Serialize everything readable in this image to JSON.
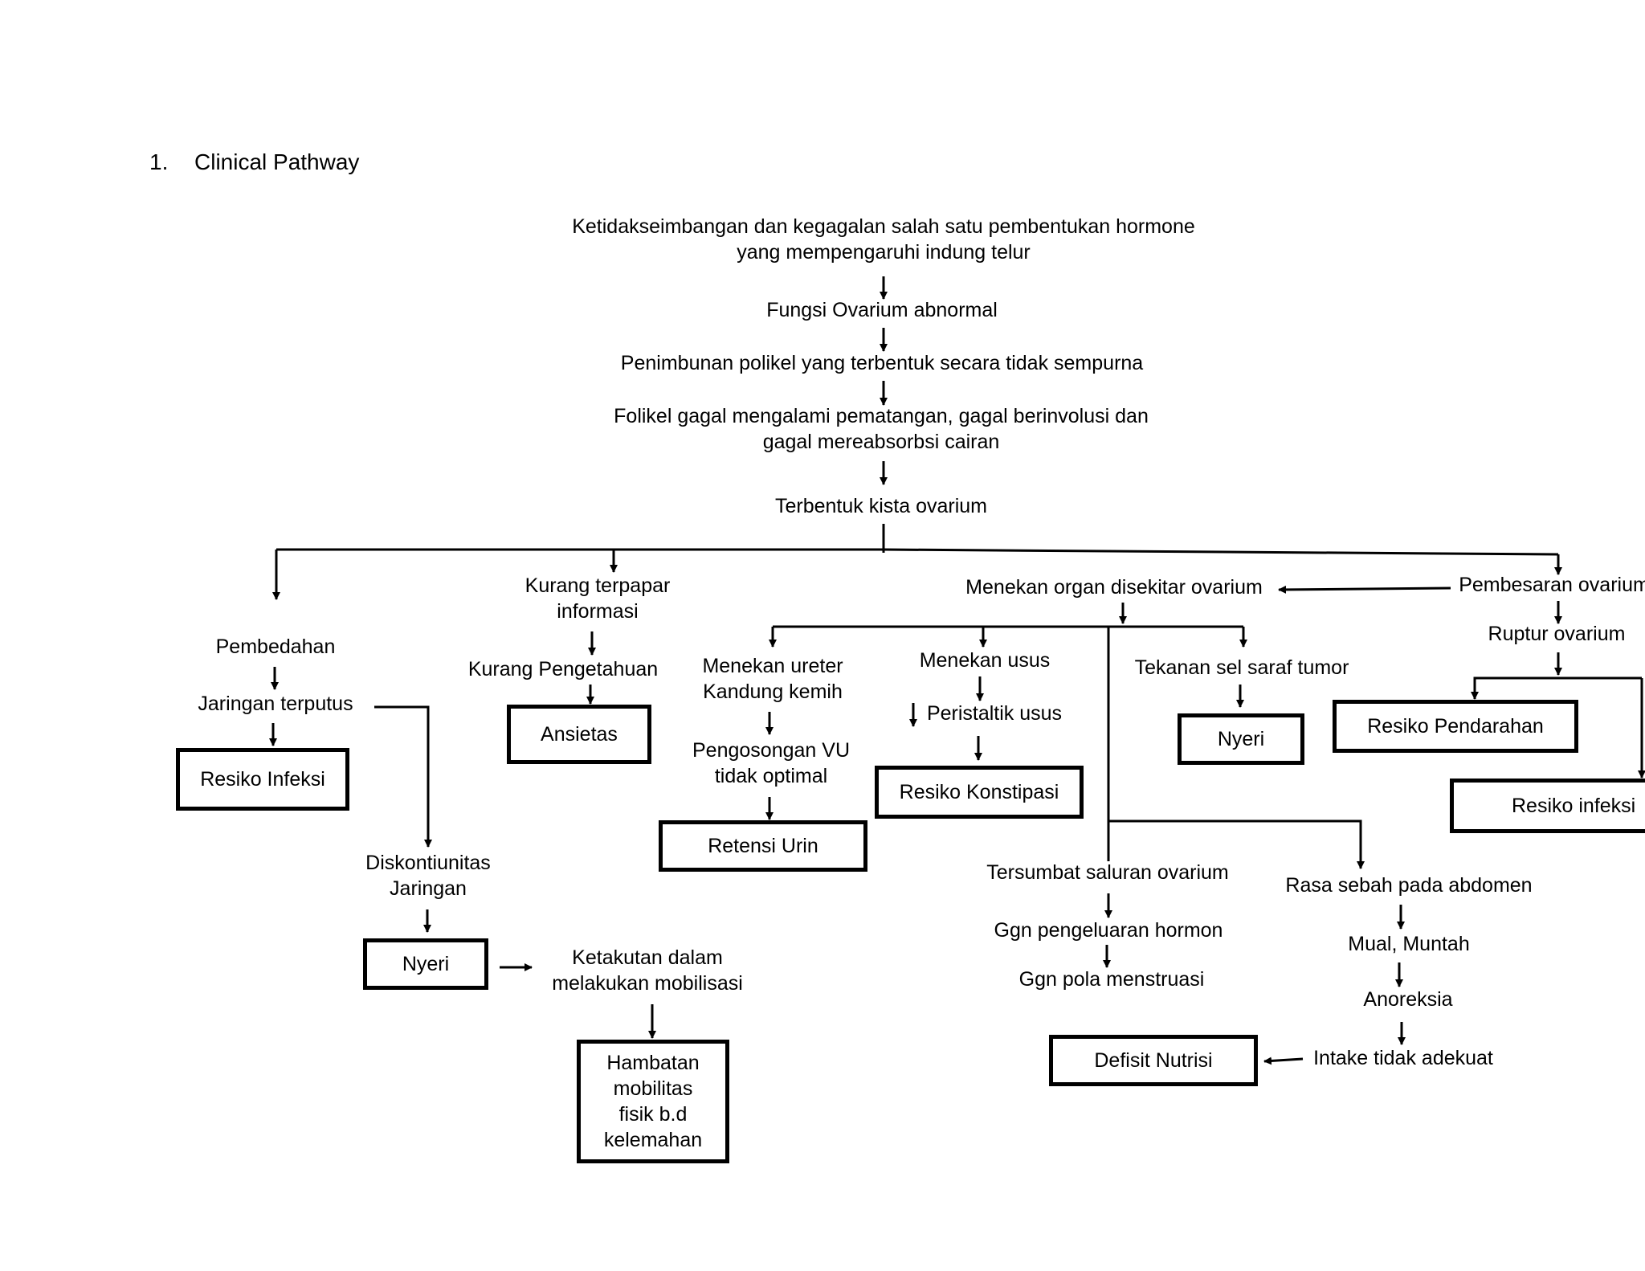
{
  "heading": {
    "number": "1.",
    "title": "Clinical Pathway"
  },
  "nodes": {
    "ketidakseimbangan": [
      "Ketidakseimbangan dan kegagalan salah satu pembentukan hormone",
      "yang mempengaruhi indung telur"
    ],
    "fungsi_ovarium": [
      "Fungsi Ovarium abnormal"
    ],
    "penimbunan": [
      "Penimbunan polikel yang terbentuk secara tidak sempurna"
    ],
    "folikel_gagal": [
      "Folikel gagal mengalami pematangan, gagal berinvolusi dan",
      "gagal mereabsorbsi cairan"
    ],
    "kista": [
      "Terbentuk kista ovarium"
    ],
    "pembedahan": [
      "Pembedahan"
    ],
    "jaringan_terputus": [
      "Jaringan terputus"
    ],
    "diskontiunitas": [
      "Diskontiunitas",
      "Jaringan"
    ],
    "ketakutan": [
      "Ketakutan dalam",
      "melakukan mobilisasi"
    ],
    "kurang_informasi": [
      "Kurang terpapar",
      "informasi"
    ],
    "kurang_pengetahuan": [
      "Kurang Pengetahuan"
    ],
    "menekan_organ": [
      "Menekan organ disekitar ovarium"
    ],
    "menekan_ureter": [
      "Menekan ureter",
      "Kandung kemih"
    ],
    "pengosongan": [
      "Pengosongan VU",
      "tidak optimal"
    ],
    "menekan_usus": [
      "Menekan usus"
    ],
    "peristaltik": [
      "Peristaltik usus"
    ],
    "tekanan_saraf": [
      "Tekanan sel saraf tumor"
    ],
    "tersumbat": [
      "Tersumbat saluran ovarium"
    ],
    "ggn_hormon": [
      "Ggn pengeluaran hormon"
    ],
    "ggn_pola": [
      "Ggn pola menstruasi"
    ],
    "rasa_sebah": [
      "Rasa sebah pada abdomen"
    ],
    "mual": [
      "Mual, Muntah"
    ],
    "anoreksia": [
      "Anoreksia"
    ],
    "intake": [
      "Intake tidak adekuat"
    ],
    "pembesaran": [
      "Pembesaran ovarium"
    ],
    "ruptur": [
      "Ruptur ovarium"
    ]
  },
  "boxes": {
    "resiko_infeksi": [
      "Resiko Infeksi"
    ],
    "nyeri_left": [
      "Nyeri"
    ],
    "hambatan": [
      "Hambatan",
      "mobilitas",
      "fisik b.d",
      "kelemahan"
    ],
    "ansietas": [
      "Ansietas"
    ],
    "retensi": [
      "Retensi Urin"
    ],
    "konstipasi": [
      "Resiko Konstipasi"
    ],
    "nyeri_right": [
      "Nyeri"
    ],
    "defisit": [
      "Defisit Nutrisi"
    ],
    "pendarahan": [
      "Resiko Pendarahan"
    ],
    "resiko_infeksi_right": [
      "Resiko infeksi"
    ]
  }
}
